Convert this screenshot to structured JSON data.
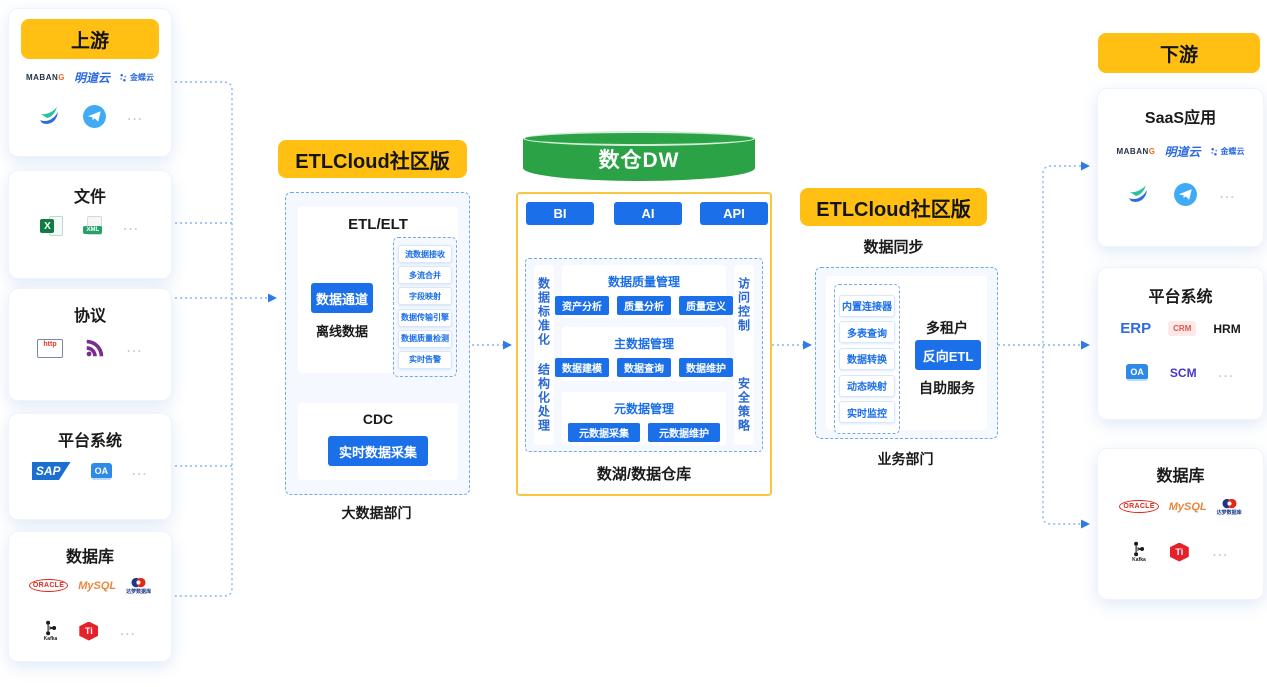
{
  "colors": {
    "yellow": "#FFC013",
    "green": "#2BA245",
    "blue": "#1B6FE8",
    "dashed_border": "#6FA8ED",
    "connector": "#85B5F0",
    "dw_border": "#F8C53F"
  },
  "upstream": {
    "badge": "上游",
    "card_files": {
      "title": "文件"
    },
    "card_protocols": {
      "title": "协议"
    },
    "card_platforms": {
      "title": "平台系统"
    },
    "card_databases": {
      "title": "数据库"
    }
  },
  "etl": {
    "badge": "ETLCloud社区版",
    "box_title": "ETL/ELT",
    "channel_button": "数据通道",
    "channel_label": "离线数据",
    "features": [
      "流数据接收",
      "多流合并",
      "字段映射",
      "数据传输引擎",
      "数据质量检测",
      "实时告警"
    ],
    "cdc_title": "CDC",
    "cdc_button": "实时数据采集",
    "department": "大数据部门"
  },
  "dw": {
    "cylinder": "数仓DW",
    "outputs": [
      "BI",
      "AI",
      "API"
    ],
    "left_vertical": [
      "数据标准化",
      "结构化处理"
    ],
    "right_vertical": [
      "访问控制",
      "安全策略"
    ],
    "sections": [
      {
        "title": "数据质量管理",
        "buttons": [
          "资产分析",
          "质量分析",
          "质量定义"
        ]
      },
      {
        "title": "主数据管理",
        "buttons": [
          "数据建模",
          "数据查询",
          "数据维护"
        ]
      },
      {
        "title": "元数据管理",
        "buttons": [
          "元数据采集",
          "元数据维护"
        ]
      }
    ],
    "footer": "数湖/数据仓库"
  },
  "sync": {
    "badge": "ETLCloud社区版",
    "subtitle": "数据同步",
    "features": [
      "内置连接器",
      "多表查询",
      "数据转换",
      "动态映射",
      "实时监控"
    ],
    "multi_tenant": "多租户",
    "reverse_etl": "反向ETL",
    "self_service": "自助服务",
    "department": "业务部门"
  },
  "downstream": {
    "badge": "下游",
    "card_saas": {
      "title": "SaaS应用"
    },
    "card_platforms": {
      "title": "平台系统"
    },
    "card_databases": {
      "title": "数据库"
    }
  },
  "logos": {
    "mabang_prefix": "MABAN",
    "mabang_suffix": "G",
    "mingdao": "明道云",
    "kingdee": "金蝶云",
    "excel": "X",
    "xml": "XML",
    "http": "http",
    "sap": "SAP",
    "oa": "OA",
    "oracle": "ORACLE",
    "mysql": "MySQL",
    "dameng": "达梦数据库",
    "kafka": "Kafka",
    "tidb": "Ti",
    "erp": "ERP",
    "crm": "CRM",
    "hrm": "HRM",
    "scm": "SCM",
    "more": "..."
  }
}
